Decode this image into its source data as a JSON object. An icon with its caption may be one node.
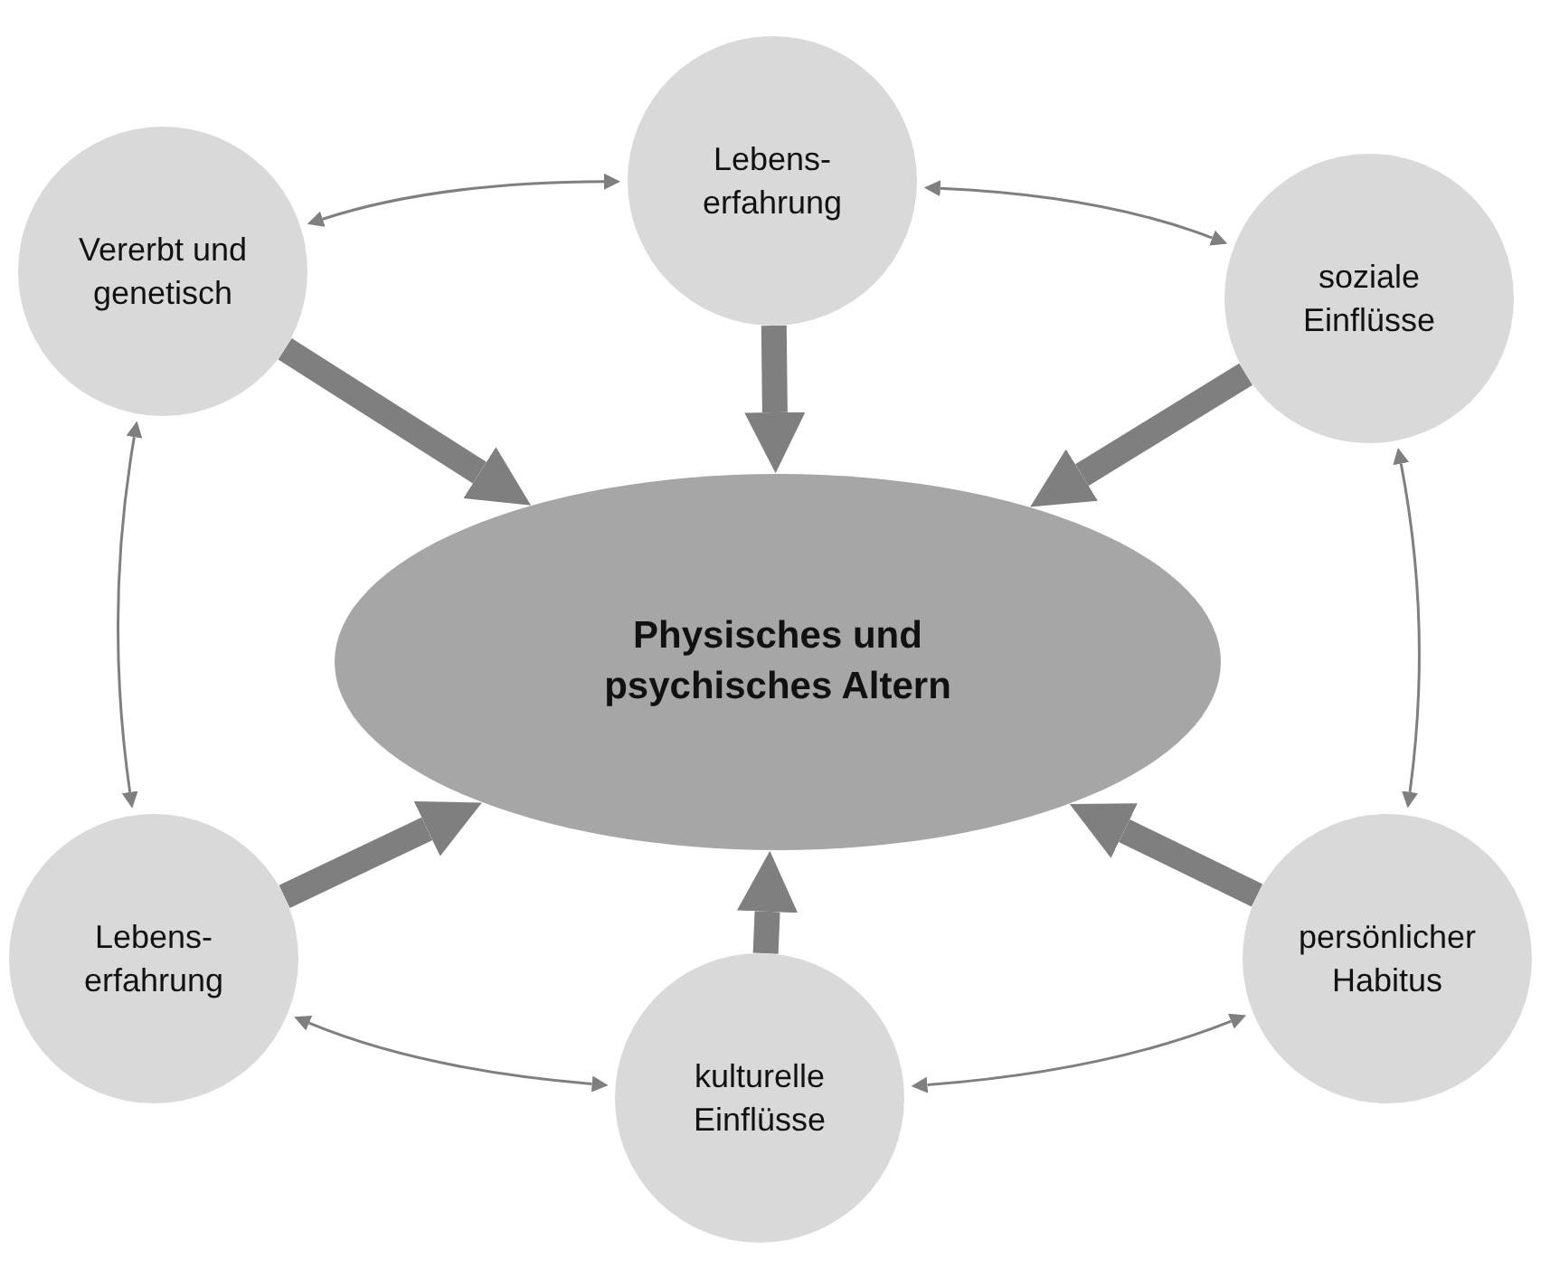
{
  "diagram": {
    "nodes": [
      {
        "text": [
          "Lebens- erfahrung"
        ]
      },
      {
        "text": [
          "Vererbt und genetisch"
        ]
      },
      {
        "text": [
          "soziale Einflüsse"
        ]
      },
      {
        "text": [
          "Physisches und psychisches Altern"
        ]
      },
      {
        "text": [
          "Lebens- erfahrung"
        ]
      },
      {
        "text": [
          "persönlicher Habitus"
        ]
      },
      {
        "text": [
          "kulturelle Einflüsse"
        ]
      }
    ],
    "edges": [
      {
        "from": 1,
        "to": 0,
        "arrow": "both"
      },
      {
        "from": 0,
        "to": 2,
        "arrow": "both"
      },
      {
        "from": 1,
        "to": 4,
        "arrow": "both"
      },
      {
        "from": 2,
        "to": 5,
        "arrow": "both"
      },
      {
        "from": 4,
        "to": 6,
        "arrow": "both"
      },
      {
        "from": 6,
        "to": 5,
        "arrow": "both"
      },
      {
        "from": 0,
        "to": 3,
        "arrow": "to",
        "style": "thick"
      },
      {
        "from": 1,
        "to": 3,
        "arrow": "to",
        "style": "thick"
      },
      {
        "from": 2,
        "to": 3,
        "arrow": "to",
        "style": "thick"
      },
      {
        "from": 4,
        "to": 3,
        "arrow": "to",
        "style": "thick"
      },
      {
        "from": 5,
        "to": 3,
        "arrow": "to",
        "style": "thick"
      },
      {
        "from": 6,
        "to": 3,
        "arrow": "to",
        "style": "thick"
      }
    ]
  }
}
